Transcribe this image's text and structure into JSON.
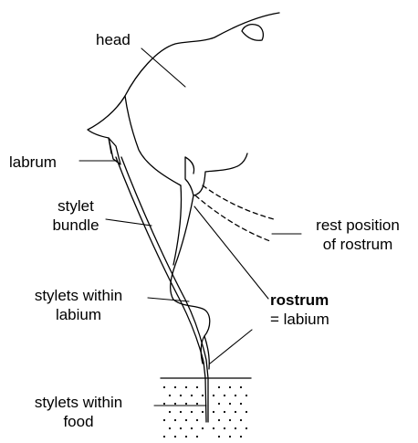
{
  "labels": {
    "head": "head",
    "labrum": "labrum",
    "stylet_bundle": [
      "stylet",
      "bundle"
    ],
    "stylets_within_labium": [
      "stylets within",
      "labium"
    ],
    "stylets_within_food": [
      "stylets within",
      "food"
    ],
    "rest_position": [
      "rest position",
      "of rostrum"
    ],
    "rostrum": "rostrum",
    "rostrum_eq": "= labium"
  },
  "colors": {
    "line": "#000000",
    "background": "#ffffff"
  }
}
